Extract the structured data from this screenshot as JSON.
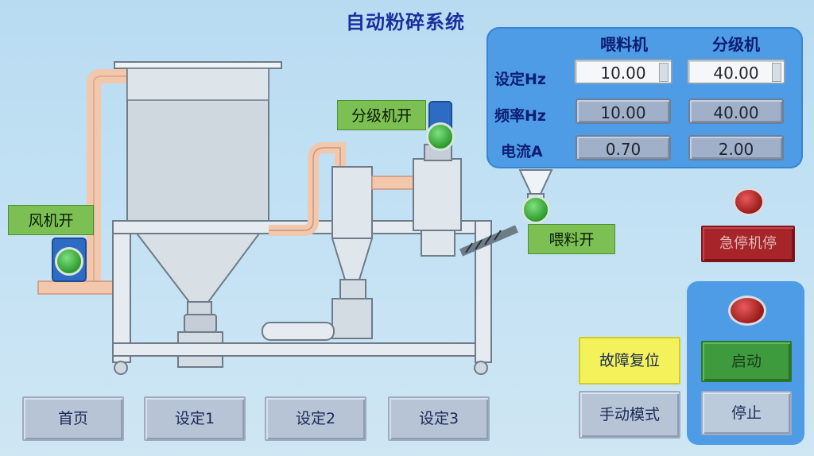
{
  "title": "自动粉碎系统",
  "params": {
    "headers": [
      "喂料机",
      "分级机"
    ],
    "rows": [
      {
        "label": "设定Hz",
        "feeder": "10.00",
        "classifier": "40.00"
      },
      {
        "label": "频率Hz",
        "feeder": "10.00",
        "classifier": "40.00"
      },
      {
        "label": "电流A",
        "feeder": "0.70",
        "classifier": "2.00"
      }
    ]
  },
  "status": {
    "fan": "风机开",
    "classifier": "分级机开",
    "feeder": "喂料开"
  },
  "buttons": {
    "home": "首页",
    "settings1": "设定1",
    "settings2": "设定2",
    "settings3": "设定3",
    "fault_reset": "故障复位",
    "manual_mode": "手动模式",
    "emergency_stop": "急停机停",
    "start": "启动",
    "stop": "停止"
  },
  "colors": {
    "panel_blue": "#4e9be6",
    "status_green": "#7cc053",
    "lamp_green": "#2e9a2e",
    "lamp_red": "#9c1b1b",
    "fault_yellow": "#f4f25a",
    "emergency_red": "#a7242a"
  }
}
